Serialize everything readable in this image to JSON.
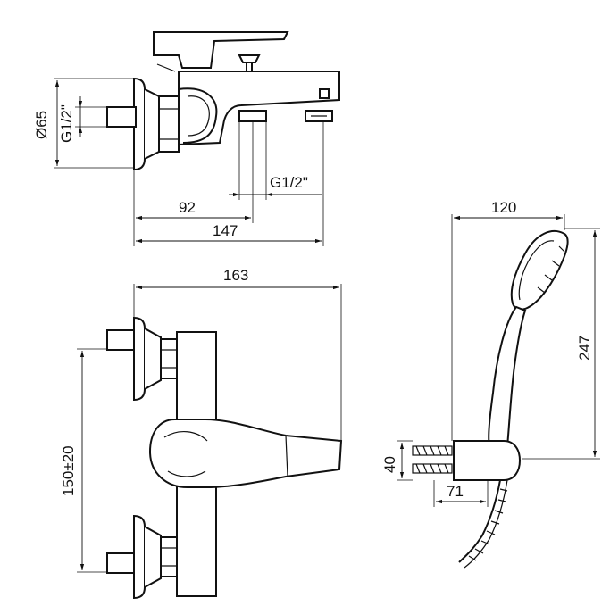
{
  "title": "",
  "top_view": {
    "dim_diameter": "Ø65",
    "dim_inlet_thread": "G1/2\"",
    "dim_outlet_thread": "G1/2\"",
    "dim_outlet_offset": "92",
    "dim_depth": "147"
  },
  "front_view": {
    "dim_width": "163",
    "dim_centers": "150±20"
  },
  "shower_view": {
    "dim_head_width": "120",
    "dim_height": "247",
    "dim_bracket_height": "40",
    "dim_bracket_depth": "71"
  }
}
